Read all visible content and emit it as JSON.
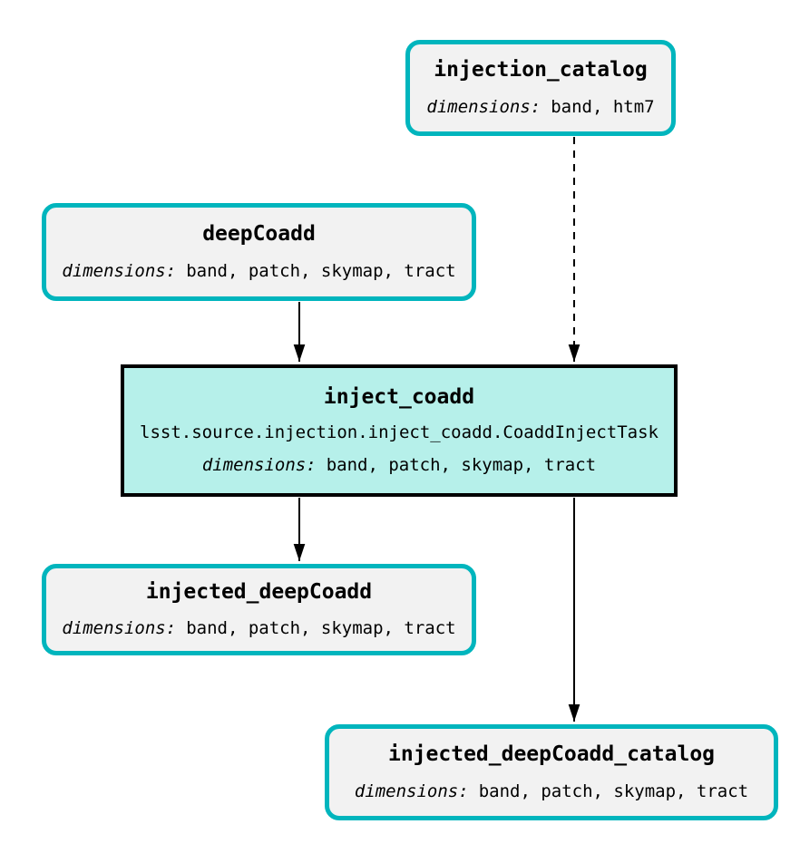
{
  "diagram": {
    "colors": {
      "background": "#ffffff",
      "dataset_border": "#00b5bd",
      "dataset_fill": "#f2f2f2",
      "task_border": "#000000",
      "task_fill": "#b6f0ea",
      "edge": "#000000",
      "text": "#000000"
    },
    "nodes": {
      "injection_catalog": {
        "title": "injection_catalog",
        "dimensions_label": "dimensions:",
        "dimensions_value": "band, htm7"
      },
      "deepCoadd": {
        "title": "deepCoadd",
        "dimensions_label": "dimensions:",
        "dimensions_value": "band, patch, skymap, tract"
      },
      "inject_coadd": {
        "title": "inject_coadd",
        "task_class": "lsst.source.injection.inject_coadd.CoaddInjectTask",
        "dimensions_label": "dimensions:",
        "dimensions_value": "band, patch, skymap, tract"
      },
      "injected_deepCoadd": {
        "title": "injected_deepCoadd",
        "dimensions_label": "dimensions:",
        "dimensions_value": "band, patch, skymap, tract"
      },
      "injected_deepCoadd_catalog": {
        "title": "injected_deepCoadd_catalog",
        "dimensions_label": "dimensions:",
        "dimensions_value": "band, patch, skymap, tract"
      }
    },
    "edges": [
      {
        "from": "injection_catalog",
        "to": "inject_coadd",
        "style": "dashed"
      },
      {
        "from": "deepCoadd",
        "to": "inject_coadd",
        "style": "solid"
      },
      {
        "from": "inject_coadd",
        "to": "injected_deepCoadd",
        "style": "solid"
      },
      {
        "from": "inject_coadd",
        "to": "injected_deepCoadd_catalog",
        "style": "solid"
      }
    ]
  }
}
